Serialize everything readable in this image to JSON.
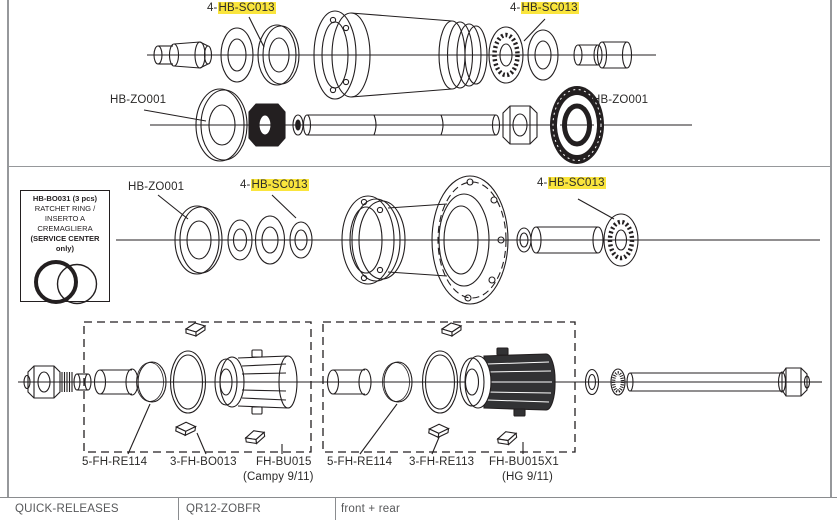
{
  "colors": {
    "ink": "#231f20",
    "frame": "#96989b",
    "highlight": "#fae53d",
    "footer_text": "#57585a"
  },
  "front_hub": {
    "sc013_left": {
      "prefix": "4-",
      "code": "HB-SC013"
    },
    "sc013_right": {
      "prefix": "4-",
      "code": "HB-SC013"
    },
    "zo001_left": "HB-ZO001",
    "zo001_right": "HB-ZO001"
  },
  "rear_hub": {
    "zo001": "HB-ZO001",
    "sc013_mid": {
      "prefix": "4-",
      "code": "HB-SC013"
    },
    "sc013_right": {
      "prefix": "4-",
      "code": "HB-SC013"
    },
    "service_box": {
      "title": "HB-BO031 (3 pcs)",
      "line2": "RATCHET RING /",
      "line3": "INSERTO A",
      "line4": "CREMAGLIERA",
      "line5": "(SERVICE CENTER only)"
    }
  },
  "freehub": {
    "campy": {
      "ratchet_label": "5-FH-RE114",
      "pawl_label": "3-FH-BO013",
      "body_label": "FH-BU015",
      "body_variant": "(Campy 9/11)"
    },
    "hg": {
      "ratchet_label": "5-FH-RE114",
      "pawl_label": "3-FH-RE113",
      "body_label": "FH-BU015X1",
      "body_variant": "(HG 9/11)"
    }
  },
  "footer": {
    "category": "QUICK-RELEASES",
    "code": "QR12-ZOBFR",
    "note": "front + rear"
  }
}
